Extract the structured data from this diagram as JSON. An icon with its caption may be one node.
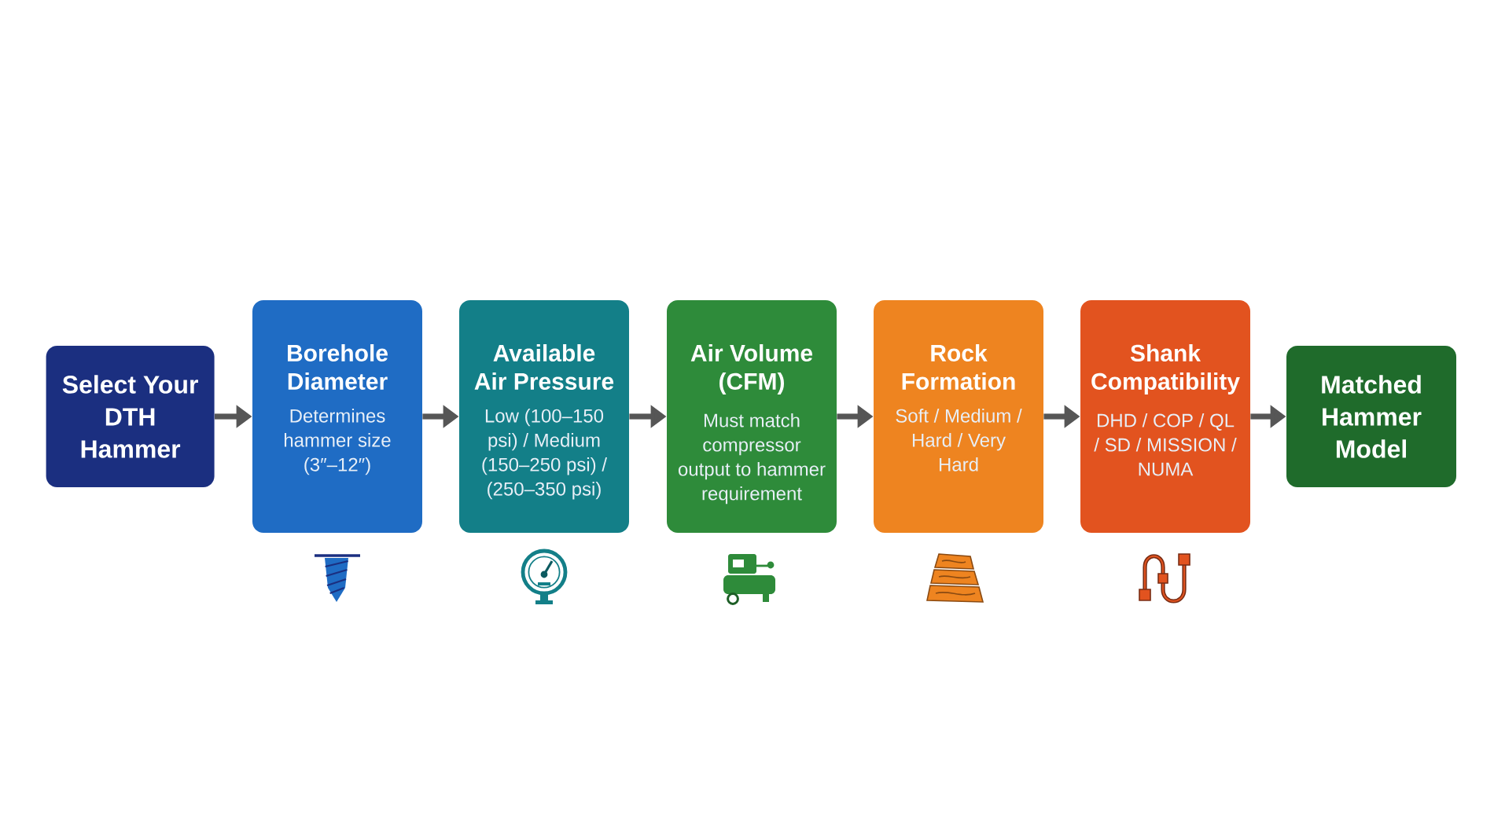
{
  "diagram": {
    "nodes": [
      {
        "text": [
          "Select Your DTH Hammer"
        ]
      },
      {
        "text": [
          "Borehole Diameter",
          "Determines hammer size (3″–12″)"
        ]
      },
      {
        "text": [
          "Available Air Pressure",
          "Low (100–150 psi) / Medium (150–250 psi) / (250–350 psi)"
        ]
      },
      {
        "text": [
          "Air Volume (CFM)",
          "Must match compressor output to hammer requirement"
        ]
      },
      {
        "text": [
          "Rock Formation",
          "Soft / Medium / Hard / Very Hard"
        ]
      },
      {
        "text": [
          "Shank Compatibility",
          "DHD / COP / QL / SD / MISSION / NUMA"
        ]
      },
      {
        "text": [
          "Matched Hammer Model"
        ]
      }
    ],
    "edges": [
      {
        "from": 0,
        "to": 1,
        "arrow": "to"
      },
      {
        "from": 1,
        "to": 2,
        "arrow": "to"
      },
      {
        "from": 2,
        "to": 3,
        "arrow": "to"
      },
      {
        "from": 3,
        "to": 4,
        "arrow": "to"
      },
      {
        "from": 4,
        "to": 5,
        "arrow": "to"
      },
      {
        "from": 5,
        "to": 6,
        "arrow": "to"
      }
    ]
  }
}
